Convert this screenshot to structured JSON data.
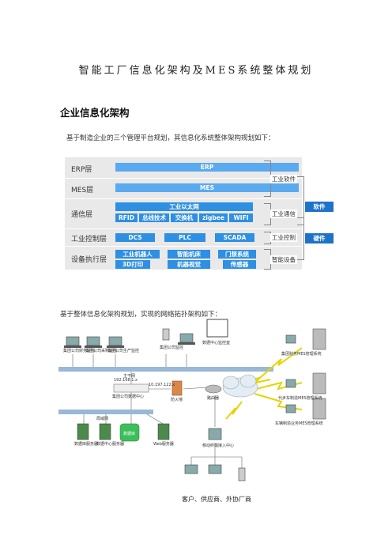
{
  "doc": {
    "title": "智能工厂信息化架构及MES系统整体规划",
    "heading": "企业信息化架构",
    "para1": "基于制造企业的三个管理平台规划，其信息化系统整体架构规划如下：",
    "para2": "基于整体信息化架构规划，实现的网络拓扑架构如下："
  },
  "arch": {
    "layers": [
      {
        "name": "ERP层"
      },
      {
        "name": "MES层"
      },
      {
        "name": "通信层"
      },
      {
        "name": "工业控制层"
      },
      {
        "name": "设备执行层"
      }
    ],
    "bars": {
      "erp": "ERP",
      "mes": "MES",
      "ethernet": "工业以太网",
      "rfid": "RFID",
      "bus": "总线技术",
      "switch": "交换机",
      "zigbee": "zigbee",
      "wifi": "WIFI",
      "dcs": "DCS",
      "plc": "PLC",
      "scada": "SCADA",
      "robot": "工业机器人",
      "machine": "智能机床",
      "gate": "门禁系统",
      "print3d": "3D打印",
      "vision": "机器视觉",
      "sensor": "传感器"
    },
    "right": {
      "software": "工业软件",
      "comm": "工业通信",
      "control": "工业控制",
      "device": "智能设备",
      "badge_soft": "软件",
      "badge_hard": "硬件"
    }
  },
  "network": {
    "monitors": [
      "集团公司财务监控",
      "集团公司采购监控",
      "集团公司生产监控"
    ],
    "group_monitor": "集团公司监控",
    "datacenter_screen": "数据中心监控室",
    "backbone": "主干网",
    "ip1": "192.168.1.x",
    "ip2": "10.197.122.x",
    "datacenter": "集团公司数据中心",
    "firewall": "防火墙",
    "router": "路由器",
    "lan": "局域网",
    "servers": [
      "数据库服务器",
      "数据中心服务器",
      "数据库",
      "Web服务器"
    ],
    "remote": [
      "集团财务MES管理系统",
      "代步车制造MES管理系统",
      "车辆制造业务MES管理系统"
    ],
    "mobile_center": "移动终端接入中心",
    "partners": "客户、供应商、外协厂商"
  }
}
